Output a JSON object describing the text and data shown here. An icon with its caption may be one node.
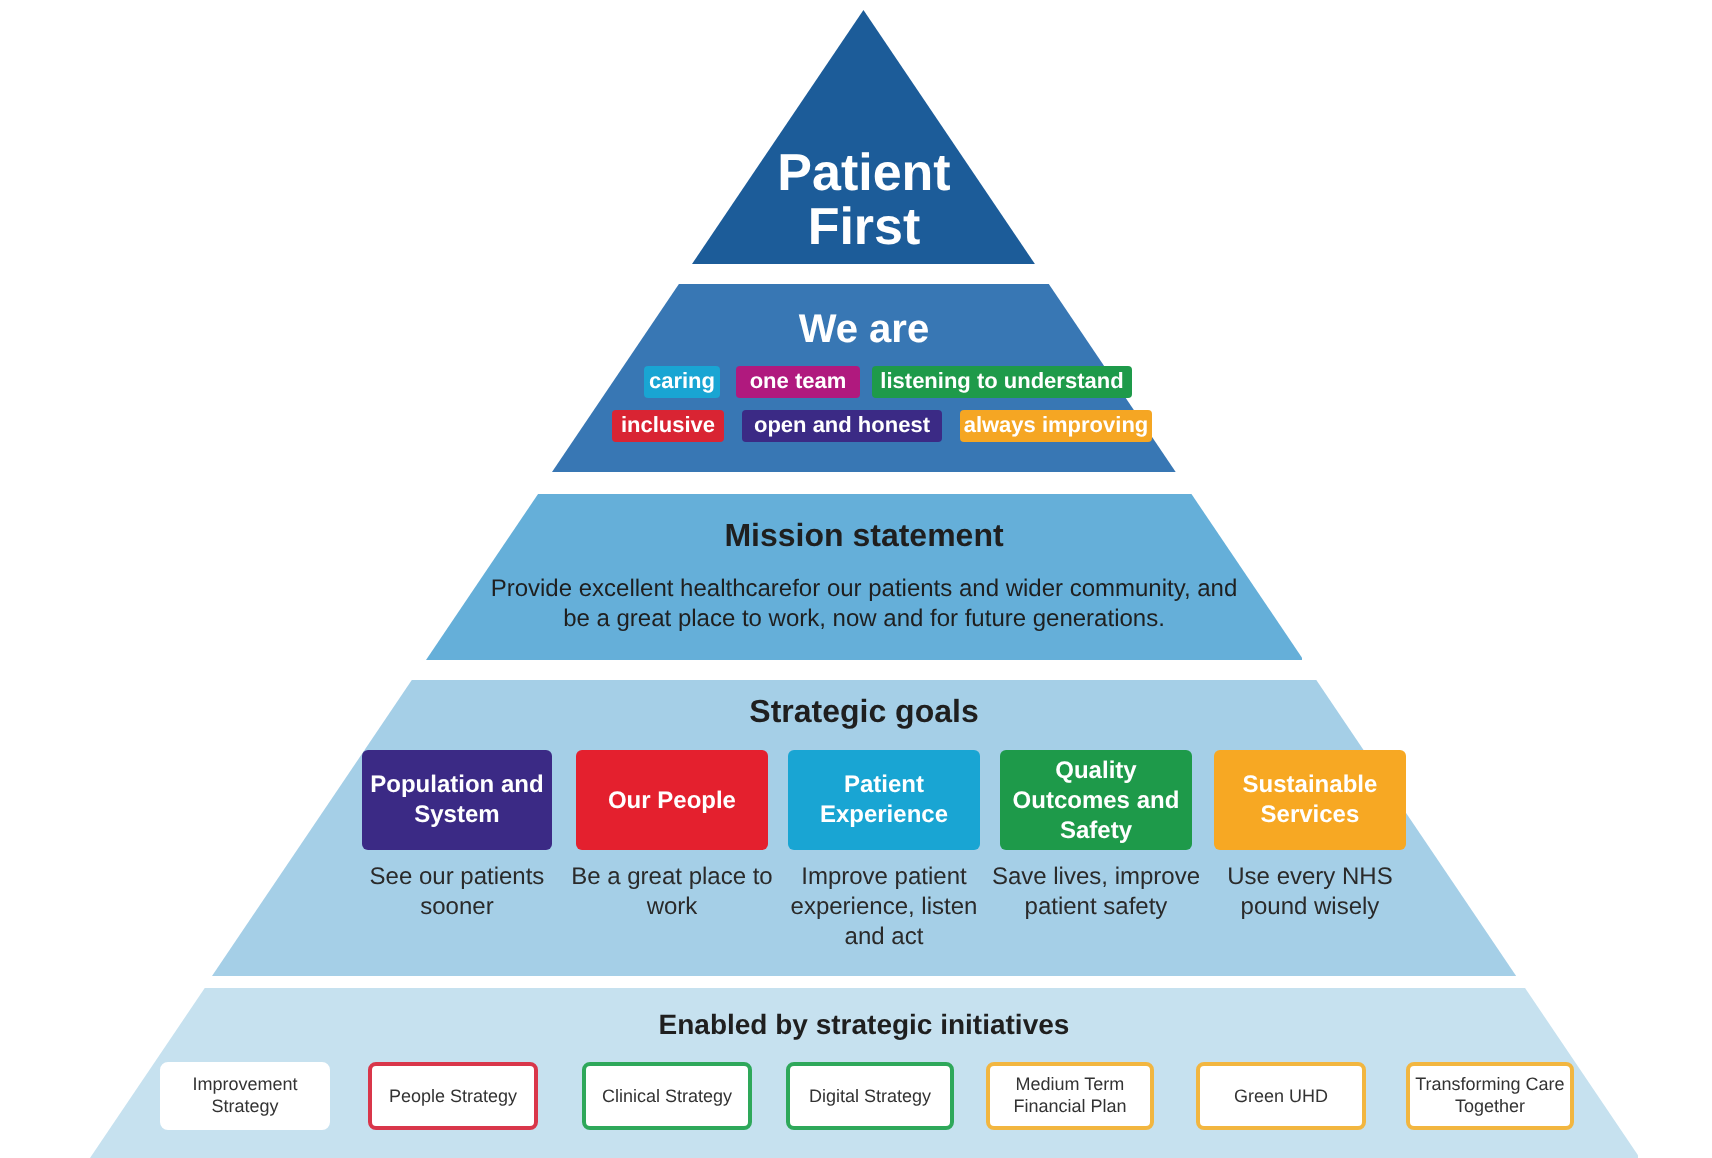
{
  "diagram": {
    "nodes": [
      {
        "text": [
          "Patient First"
        ]
      },
      {
        "text": [
          "We are"
        ]
      },
      {
        "text": [
          "caring"
        ],
        "in": 1
      },
      {
        "text": [
          "one team"
        ],
        "in": 1
      },
      {
        "text": [
          "listening to understand"
        ],
        "in": 1
      },
      {
        "text": [
          "inclusive"
        ],
        "in": 1
      },
      {
        "text": [
          "open and honest"
        ],
        "in": 1
      },
      {
        "text": [
          "always improving"
        ],
        "in": 1
      },
      {
        "text": [
          "Mission statement",
          "Provide excellent healthcarefor our patients and wider community, and be a great place to work, now and for future generations."
        ]
      },
      {
        "text": [
          "Strategic goals"
        ]
      },
      {
        "text": [
          "Population and System"
        ],
        "in": 9,
        "beside": [
          "See our patients sooner"
        ]
      },
      {
        "text": [
          "Our People"
        ],
        "in": 9,
        "beside": [
          "Be a great place to work"
        ]
      },
      {
        "text": [
          "Patient Experience"
        ],
        "in": 9,
        "beside": [
          "Improve patient experience, listen and act"
        ]
      },
      {
        "text": [
          "Quality Outcomes and Safety"
        ],
        "in": 9,
        "beside": [
          "Save lives, improve patient safety"
        ]
      },
      {
        "text": [
          "Sustainable Services"
        ],
        "in": 9,
        "beside": [
          "Use every NHS pound wisely"
        ]
      },
      {
        "text": [
          "Enabled by strategic initiatives"
        ]
      },
      {
        "text": [
          "Improvement Strategy"
        ],
        "in": 15
      },
      {
        "text": [
          "People Strategy"
        ],
        "in": 15
      },
      {
        "text": [
          "Clinical Strategy"
        ],
        "in": 15
      },
      {
        "text": [
          "Digital Strategy"
        ],
        "in": 15
      },
      {
        "text": [
          "Medium Term Financial Plan"
        ],
        "in": 15
      },
      {
        "text": [
          "Green UHD"
        ],
        "in": 15
      },
      {
        "text": [
          "Transforming Care Together"
        ],
        "in": 15
      }
    ]
  }
}
